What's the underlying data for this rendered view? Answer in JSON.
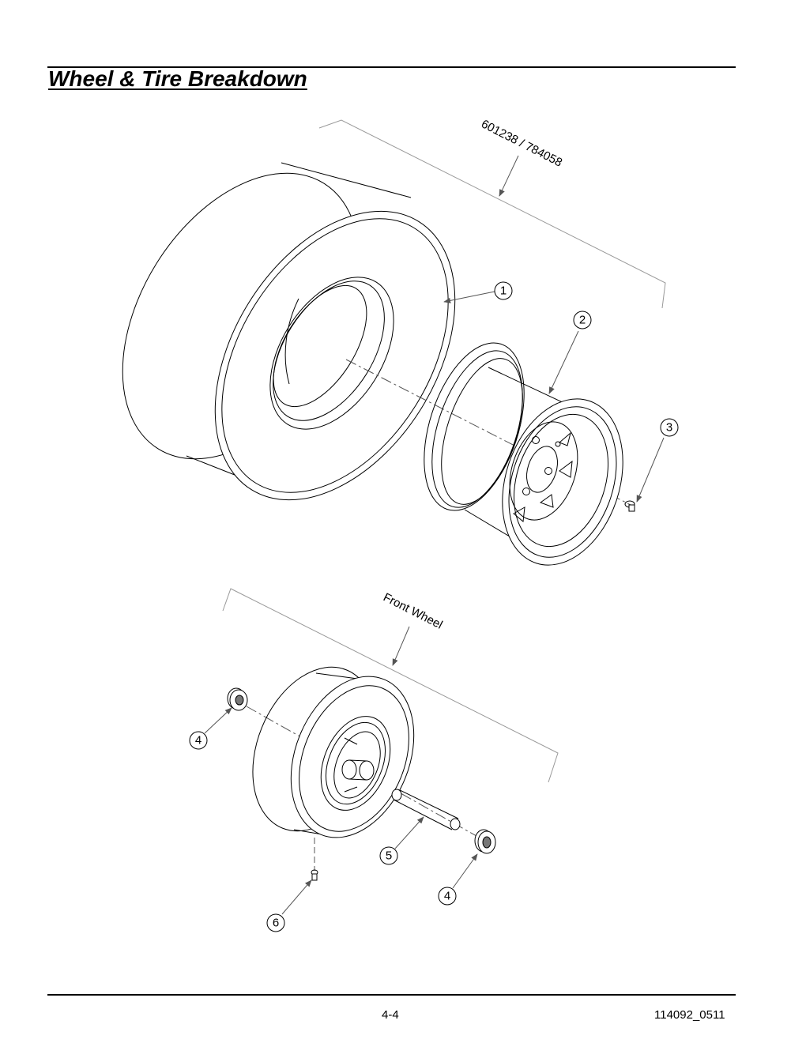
{
  "header": {
    "title": "Wheel & Tire Breakdown"
  },
  "assemblies": {
    "rear": {
      "label": "601238 / 784058"
    },
    "front": {
      "label": "Front Wheel"
    }
  },
  "callouts": {
    "c1": "1",
    "c2": "2",
    "c3": "3",
    "c4a": "4",
    "c4b": "4",
    "c5": "5",
    "c6": "6"
  },
  "footer": {
    "page_number": "4-4",
    "doc_id": "114092_0511"
  }
}
